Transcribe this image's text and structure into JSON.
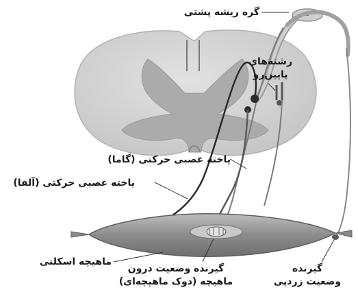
{
  "labels": {
    "dorsal_root_ganglion": "گره ریشه پشتی",
    "descending_fibers_l1": "رشته‌های",
    "descending_fibers_l2": "پایین‌رو",
    "gamma_motor_neuron": "یاخته عصبی حرکتی (گاما)",
    "alpha_motor_neuron": "یاخته عصبی حرکتی (آلفا)",
    "skeletal_muscle": "ماهیچه اسکلتی",
    "spindle_l1": "گیرنده وضعیت درون",
    "spindle_l2": "ماهیچه (دوک ماهیچه‌ای)",
    "tendon_receptor_l1": "گیرنده",
    "tendon_receptor_l2": "وضعیت زردپی"
  },
  "colors": {
    "white_matter": "#d2d2d2",
    "gray_matter": "#ababab",
    "muscle": "#9a9a9a",
    "nerve": "#2b2b2b",
    "receptor_fiber": "#777777"
  }
}
